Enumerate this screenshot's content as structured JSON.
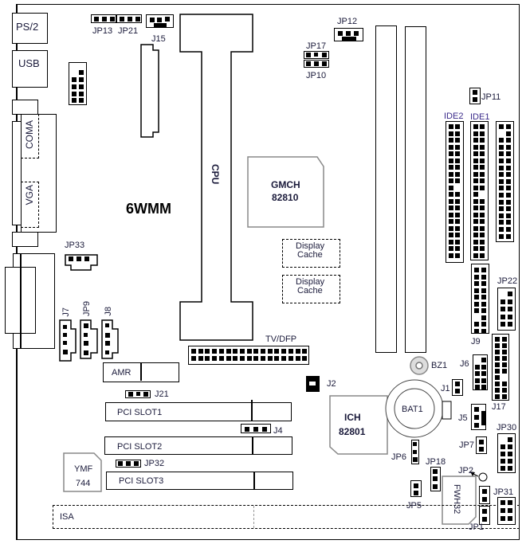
{
  "board": {
    "model": "6WMM"
  },
  "rear_io": {
    "ps2": "PS/2",
    "usb": "USB",
    "com": "COMA",
    "vga": "VGA"
  },
  "cpu": {
    "label": "CPU"
  },
  "chips": {
    "gmch": {
      "name": "GMCH",
      "part": "82810"
    },
    "ich": {
      "name": "ICH",
      "part": "82801"
    },
    "ymf": {
      "name": "YMF",
      "part": "744"
    },
    "fwh": {
      "name": "FWH32"
    },
    "display_cache_1": {
      "line1": "Display",
      "line2": "Cache"
    },
    "display_cache_2": {
      "line1": "Display",
      "line2": "Cache"
    }
  },
  "connectors": {
    "ide2": "IDE2",
    "ide1": "IDE1",
    "tv_dfp": "TV/DFP",
    "amr": "AMR",
    "pci1": "PCI SLOT1",
    "pci2": "PCI SLOT2",
    "pci3": "PCI SLOT3",
    "isa": "ISA",
    "bz1": "BZ1",
    "bat1": "BAT1"
  },
  "jumpers": {
    "jp13": "JP13",
    "jp21": "JP21",
    "j15": "J15",
    "jp12": "JP12",
    "jp17": "JP17",
    "jp10": "JP10",
    "jp11": "JP11",
    "jp33": "JP33",
    "j7": "J7",
    "jp9": "JP9",
    "j8": "J8",
    "j21": "J21",
    "j4": "J4",
    "jp32": "JP32",
    "j2": "J2",
    "jp22": "JP22",
    "j9": "J9",
    "j6": "J6",
    "j1": "J1",
    "j17": "J17",
    "j5": "J5",
    "jp30": "JP30",
    "jp7": "JP7",
    "jp6": "JP6",
    "jp18": "JP18",
    "jp2": "JP2",
    "jp5": "JP5",
    "jp31": "JP31",
    "jp1": "JP1"
  }
}
